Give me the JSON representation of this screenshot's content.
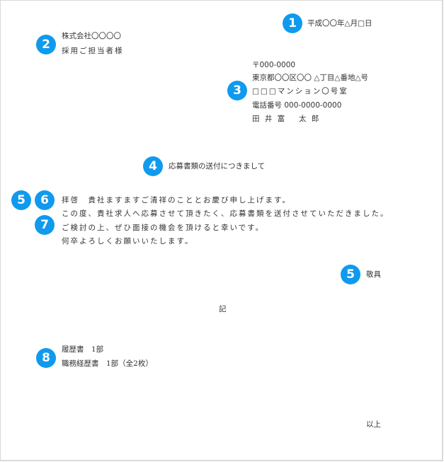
{
  "badge_color": "#0f9aee",
  "badges": {
    "date": "1",
    "recipient": "2",
    "sender": "3",
    "subject": "4",
    "opening_closing": "5",
    "opening_closing_2": "5",
    "greeting": "6",
    "body": "7",
    "enclosures": "8"
  },
  "letter": {
    "date": "平成〇〇年△月□日",
    "recipient": {
      "company": "株式会社〇〇〇〇",
      "attention": "採用ご担当者様"
    },
    "sender": {
      "postal": "〒000-0000",
      "address": "東京都〇〇区〇〇 △丁目△番地△号",
      "building": "□□□マンション〇号室",
      "phone": "電話番号 000-0000-0000",
      "name": "田 井 富　 太 郎"
    },
    "subject": "応募書類の送付につきまして",
    "body_lines": [
      "拝啓　貴社ますますご清祥のこととお慶び申し上げます。",
      "この度、貴社求人へ応募させて頂きたく、応募書類を送付させていただきました。",
      "ご検討の上、ぜひ面接の機会を頂けると幸いです。",
      "何卒よろしくお願いいたします。"
    ],
    "closing": "敬具",
    "ki": "記",
    "enclosures": [
      "履歴書　1部",
      "職務経歴書　1部（全2枚）"
    ],
    "end": "以上"
  }
}
